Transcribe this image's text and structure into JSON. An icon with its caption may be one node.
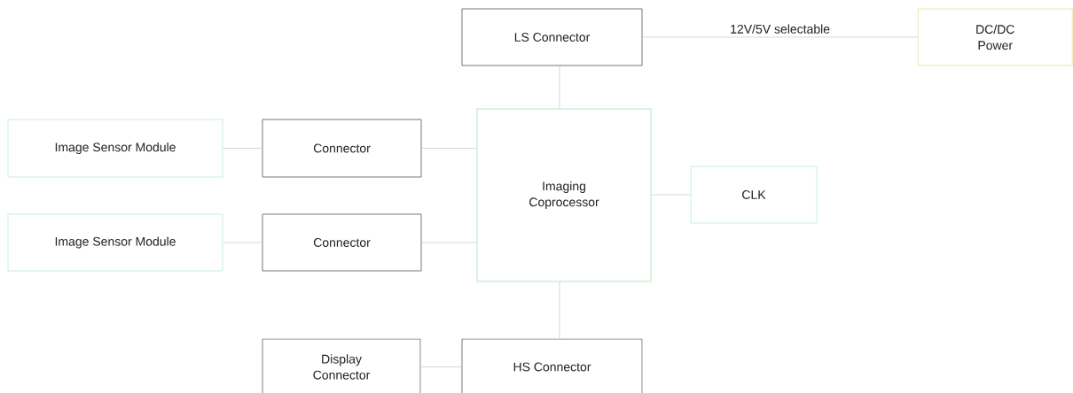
{
  "diagram": {
    "nodes": [
      {
        "text": [
          "LS Connector"
        ]
      },
      {
        "text": [
          "DC/DC Power"
        ]
      },
      {
        "text": [
          "Image Sensor Module"
        ]
      },
      {
        "text": [
          "Connector"
        ]
      },
      {
        "text": [
          "Image Sensor Module"
        ]
      },
      {
        "text": [
          "Connector"
        ]
      },
      {
        "text": [
          "Imaging Coprocessor"
        ]
      },
      {
        "text": [
          "CLK"
        ]
      },
      {
        "text": [
          "Display Connector"
        ]
      },
      {
        "text": [
          "HS Connector"
        ]
      }
    ],
    "edges": [
      {
        "from": 0,
        "to": 1,
        "arrow": "none",
        "label": "12V/5V selectable"
      },
      {
        "from": 0,
        "to": 6,
        "arrow": "none"
      },
      {
        "from": 2,
        "to": 3,
        "arrow": "none"
      },
      {
        "from": 3,
        "to": 6,
        "arrow": "none"
      },
      {
        "from": 4,
        "to": 5,
        "arrow": "none"
      },
      {
        "from": 5,
        "to": 6,
        "arrow": "none"
      },
      {
        "from": 6,
        "to": 7,
        "arrow": "none"
      },
      {
        "from": 6,
        "to": 9,
        "arrow": "none"
      },
      {
        "from": 8,
        "to": 9,
        "arrow": "none"
      }
    ]
  }
}
